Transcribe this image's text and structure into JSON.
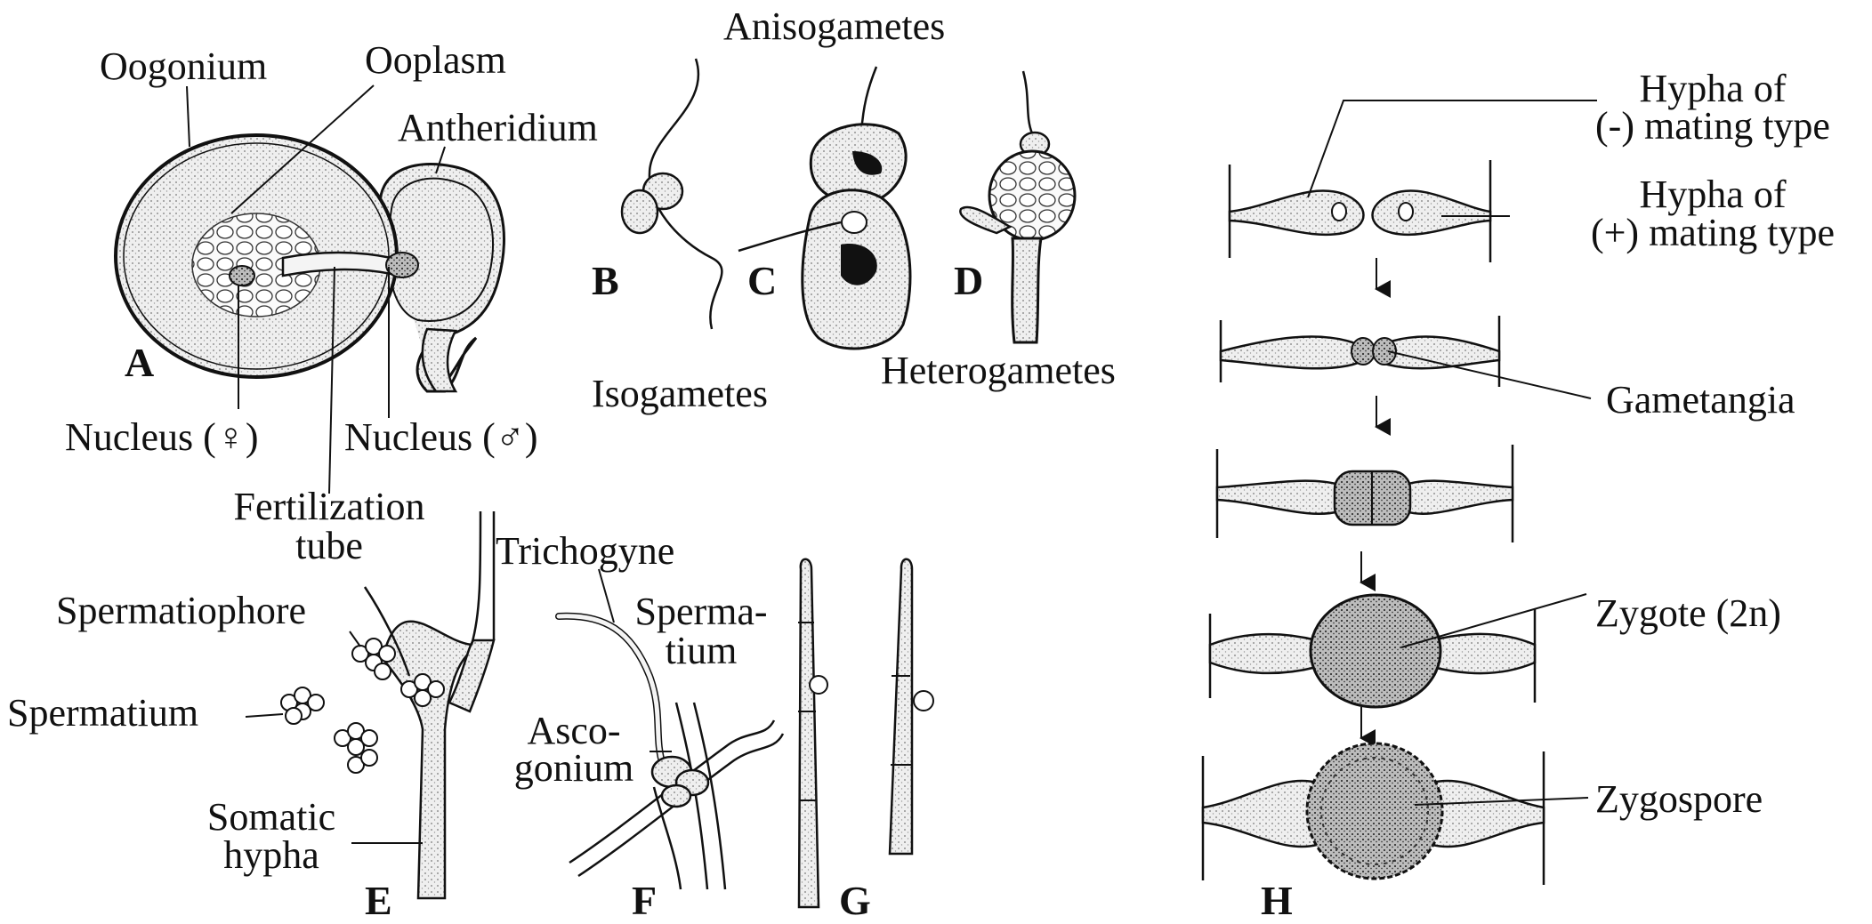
{
  "panels": {
    "A": {
      "letter": "A",
      "oogonium": "Oogonium",
      "ooplasm": "Ooplasm",
      "antheridium": "Antheridium",
      "nucleus_female": "Nucleus (♀)",
      "nucleus_male": "Nucleus (♂)",
      "fertilization_tube_line1": "Fertilization",
      "fertilization_tube_line2": "tube"
    },
    "B": {
      "letter": "B",
      "isogametes": "Isogametes"
    },
    "C": {
      "letter": "C",
      "anisogametes": "Anisogametes"
    },
    "D": {
      "letter": "D",
      "heterogametes": "Heterogametes"
    },
    "E": {
      "letter": "E",
      "spermatiophore": "Spermatiophore",
      "spermatium": "Spermatium",
      "somatic_hypha_line1": "Somatic",
      "somatic_hypha_line2": "hypha"
    },
    "F": {
      "letter": "F",
      "trichogyne": "Trichogyne",
      "spermatium_line1": "Sperma-",
      "spermatium_line2": "tium",
      "ascogonium_line1": "Asco-",
      "ascogonium_line2": "gonium"
    },
    "G": {
      "letter": "G"
    },
    "H": {
      "letter": "H",
      "hypha_minus_line1": "Hypha of",
      "hypha_minus_line2": "(-) mating type",
      "hypha_plus_line1": "Hypha of",
      "hypha_plus_line2": "(+) mating type",
      "gametangia": "Gametangia",
      "zygote": "Zygote (2n)",
      "zygospore": "Zygospore"
    }
  },
  "colors": {
    "ink": "#111111",
    "fill": "#e6e6e6",
    "dark": "#3a3a3a",
    "background": "#ffffff"
  }
}
